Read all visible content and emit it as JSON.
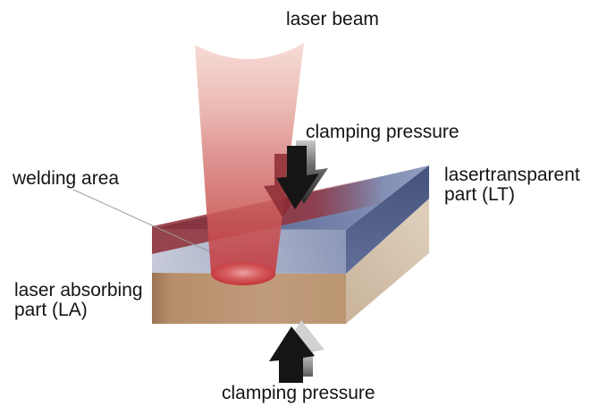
{
  "labels": {
    "laser_beam": "laser beam",
    "clamping_pressure_top": "clamping pressure",
    "welding_area": "welding area",
    "lasertransparent_part": "lasertransparent part (LT)",
    "laser_absorbing_part": "laser absorbing part (LA)",
    "clamping_pressure_bottom": "clamping pressure"
  },
  "colors": {
    "background": "#ffffff",
    "text": "#141414",
    "beam_top_pink": "#f6d7d1",
    "beam_deep_red": "#c53a40",
    "weld_stripe_maroon": "#8c2b32",
    "weld_spot_center": "#eda7a8",
    "weld_spot_edge": "#c23237",
    "lt_top_face": "#5c6790",
    "lt_front_face": "#a9b0c8",
    "lt_side_face": "#46537e",
    "la_front_face": "#c09b7a",
    "la_side_face": "#d5c2ac",
    "arrow_black": "#151515",
    "arrow_shadow_maroon": "#8c2c34",
    "leader_line_gray": "#9a9a9a"
  }
}
